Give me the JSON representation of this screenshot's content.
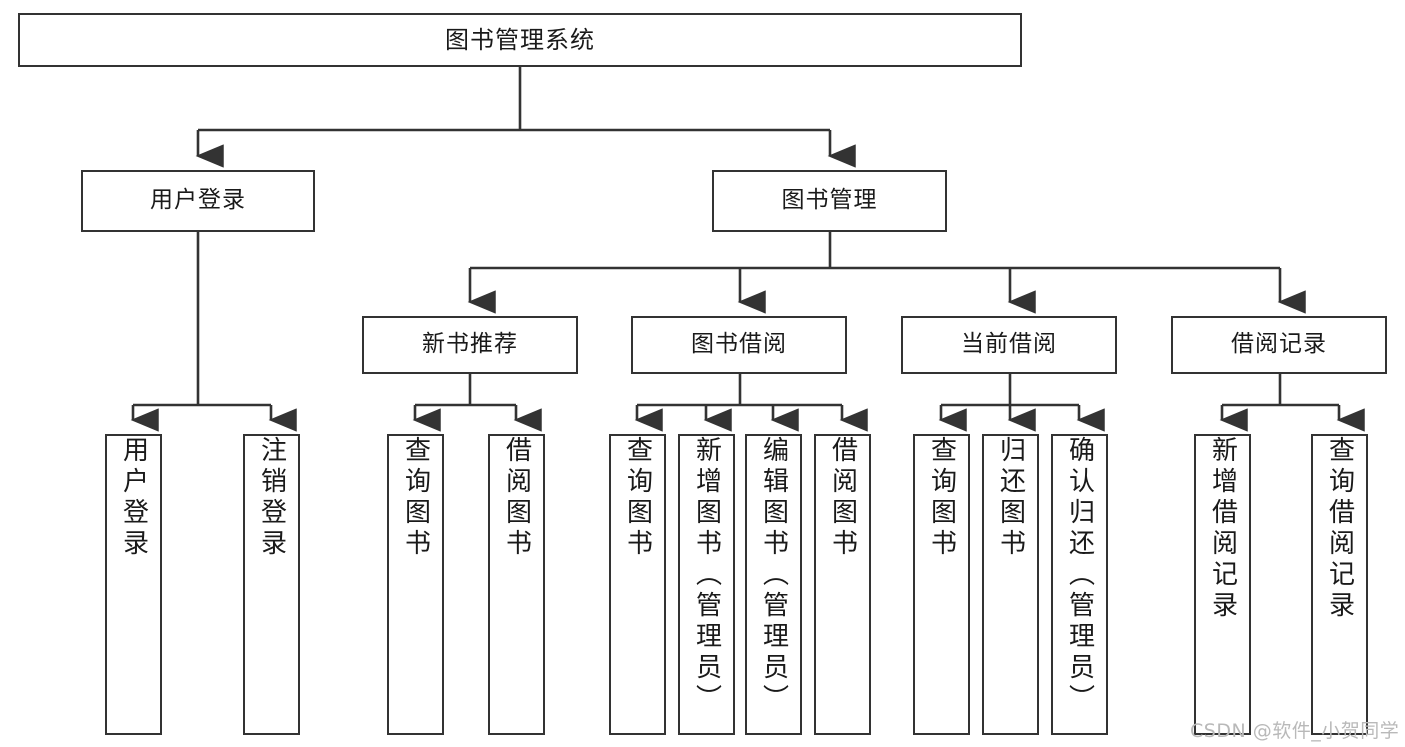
{
  "diagram": {
    "title": "图书管理系统",
    "type": "功能结构图",
    "levels": 4,
    "colors": {
      "box_border": "#333333",
      "box_fill": "#ffffff",
      "edge": "#333333",
      "text": "#1a1a1a",
      "watermark": "#b9b9b9",
      "background": "#ffffff"
    }
  },
  "nodes": {
    "root": {
      "label": "图书管理系统"
    },
    "level2": [
      {
        "id": "user-login",
        "label": "用户登录"
      },
      {
        "id": "book-manage",
        "label": "图书管理"
      }
    ],
    "level3": [
      {
        "id": "new-book-recommend",
        "label": "新书推荐"
      },
      {
        "id": "book-borrow",
        "label": "图书借阅"
      },
      {
        "id": "current-borrow",
        "label": "当前借阅"
      },
      {
        "id": "borrow-record",
        "label": "借阅记录"
      }
    ],
    "leaves": {
      "user-login": [
        {
          "id": "leaf-user-login",
          "label": "用户登录"
        },
        {
          "id": "leaf-logout-login",
          "label": "注销登录"
        }
      ],
      "new-book-recommend": [
        {
          "id": "leaf-query-book-1",
          "label": "查询图书"
        },
        {
          "id": "leaf-borrow-book-1",
          "label": "借阅图书"
        }
      ],
      "book-borrow": [
        {
          "id": "leaf-query-book-2",
          "label": "查询图书"
        },
        {
          "id": "leaf-add-book",
          "label": "新增图书（管理员）"
        },
        {
          "id": "leaf-edit-book",
          "label": "编辑图书（管理员）"
        },
        {
          "id": "leaf-borrow-book-2",
          "label": "借阅图书"
        }
      ],
      "current-borrow": [
        {
          "id": "leaf-query-book-3",
          "label": "查询图书"
        },
        {
          "id": "leaf-return-book",
          "label": "归还图书"
        },
        {
          "id": "leaf-confirm-return",
          "label": "确认归还（管理员）"
        }
      ],
      "borrow-record": [
        {
          "id": "leaf-add-record",
          "label": "新增借阅记录"
        },
        {
          "id": "leaf-query-record",
          "label": "查询借阅记录"
        }
      ]
    }
  },
  "watermark": {
    "text": "CSDN @软件_小贺同学"
  }
}
